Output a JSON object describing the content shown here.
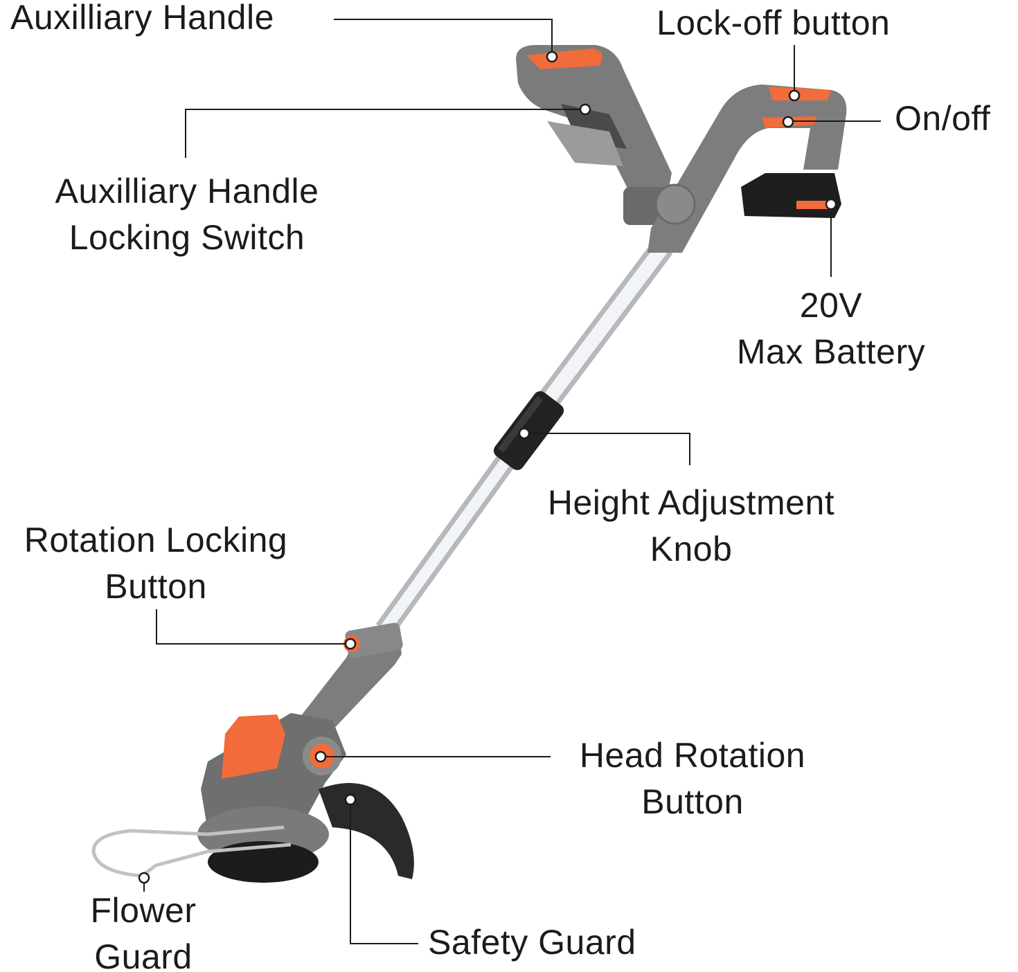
{
  "colors": {
    "accent": "#f26b3a",
    "body_gray": "#7d7d7d",
    "dark": "#2b2b2b",
    "shaft": "#e4e6e8",
    "line": "#1b1b1b"
  },
  "labels": {
    "auxiliary_handle": "Auxilliary Handle",
    "lock_off_button": "Lock-off button",
    "on_off": "On/off",
    "aux_handle_locking_switch": [
      "Auxilliary Handle",
      "Locking Switch"
    ],
    "battery": [
      "20V",
      "Max Battery"
    ],
    "height_adjustment_knob": [
      "Height Adjustment",
      "Knob"
    ],
    "rotation_locking_button": [
      "Rotation Locking",
      "Button"
    ],
    "head_rotation_button": [
      "Head Rotation",
      "Button"
    ],
    "flower_guard": [
      "Flower",
      "Guard"
    ],
    "safety_guard": "Safety Guard"
  }
}
